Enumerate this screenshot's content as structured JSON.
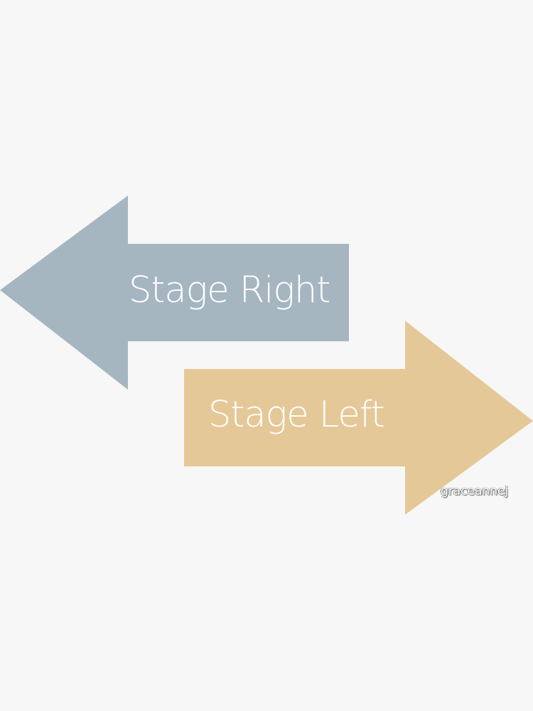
{
  "background_color": "#f7f7f7",
  "arrows": [
    {
      "label": "Stage Right",
      "direction": "left",
      "color": "#a6b6c0",
      "text_color": "#ffffff"
    },
    {
      "label": "Stage Left",
      "direction": "right",
      "color": "#e5c897",
      "text_color": "#ffffff"
    }
  ],
  "watermark": {
    "text": "graceannej"
  }
}
